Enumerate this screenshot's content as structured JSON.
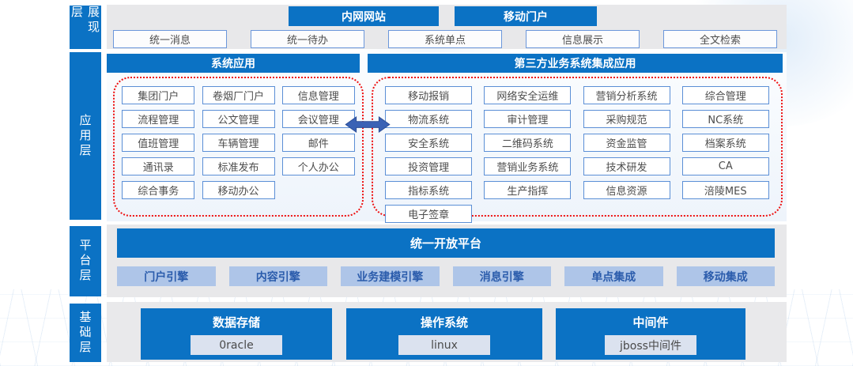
{
  "colors": {
    "primary_blue": "#0B72C4",
    "box_border_blue": "#5B8FD6",
    "engine_bg": "#AEC5E8",
    "engine_text": "#2B5CAC",
    "dotted_border_red": "#EE1111",
    "arrow_blue": "#3A62B5"
  },
  "layers": {
    "presentation": {
      "label": "展现层",
      "portals": [
        {
          "label": "内网网站"
        },
        {
          "label": "移动门户"
        }
      ],
      "services": [
        "统一消息",
        "统一待办",
        "系统单点",
        "信息展示",
        "全文检索"
      ]
    },
    "application": {
      "label": "应用层",
      "groups": [
        {
          "title": "系统应用",
          "items": [
            "集团门户",
            "卷烟厂门户",
            "信息管理",
            "流程管理",
            "公文管理",
            "会议管理",
            "值班管理",
            "车辆管理",
            "邮件",
            "通讯录",
            "标准发布",
            "个人办公",
            "综合事务",
            "移动办公"
          ]
        },
        {
          "title": "第三方业务系统集成应用",
          "items": [
            "移动报销",
            "网络安全运维",
            "营销分析系统",
            "综合管理",
            "物流系统",
            "审计管理",
            "采购规范",
            "NC系统",
            "安全系统",
            "二维码系统",
            "资金监管",
            "档案系统",
            "投资管理",
            "营销业务系统",
            "技术研发",
            "CA",
            "指标系统",
            "生产指挥",
            "信息资源",
            "涪陵MES",
            "电子签章"
          ]
        }
      ]
    },
    "platform": {
      "label": "平台层",
      "title": "统一开放平台",
      "engines": [
        "门户引擎",
        "内容引擎",
        "业务建模引擎",
        "消息引擎",
        "单点集成",
        "移动集成"
      ]
    },
    "foundation": {
      "label": "基础层",
      "blocks": [
        {
          "title": "数据存储",
          "item": "0racle"
        },
        {
          "title": "操作系统",
          "item": "linux"
        },
        {
          "title": "中间件",
          "item": "jboss中间件"
        }
      ]
    }
  }
}
